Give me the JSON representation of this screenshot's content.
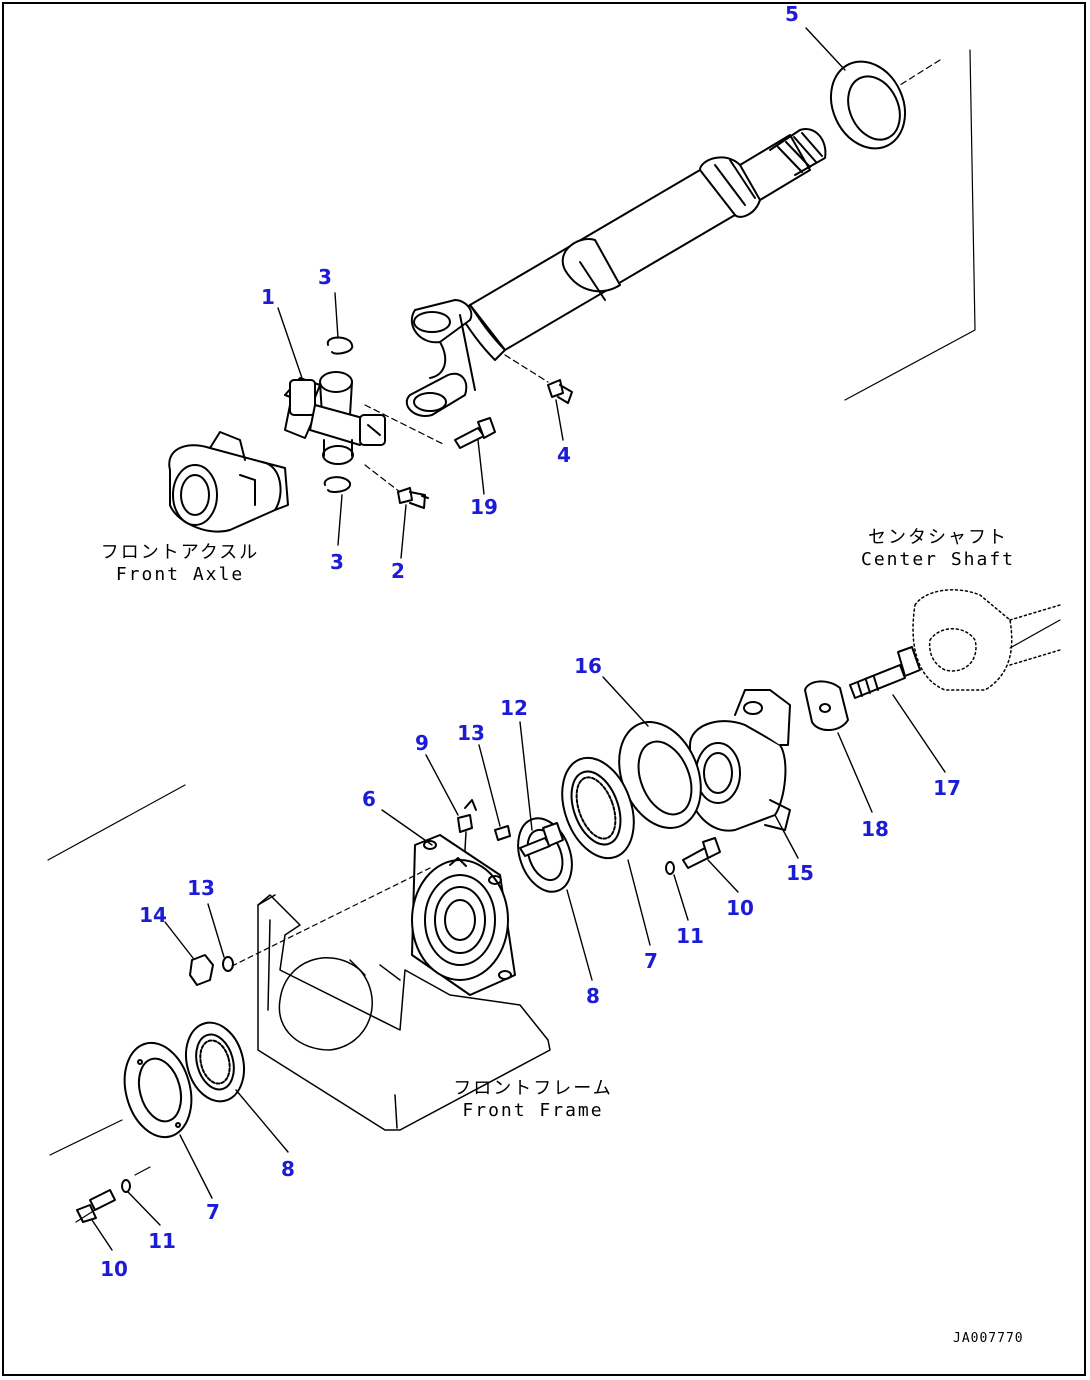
{
  "drawing_code": "JA007770",
  "labels": {
    "front_axle": {
      "jp": "フロントアクスル",
      "en": "Front Axle"
    },
    "center_shaft": {
      "jp": "センタシャフト",
      "en": "Center Shaft"
    },
    "front_frame": {
      "jp": "フロントフレーム",
      "en": "Front Frame"
    }
  },
  "callouts": {
    "c1": "1",
    "c2": "2",
    "c3a": "3",
    "c3b": "3",
    "c4": "4",
    "c5": "5",
    "c6": "6",
    "c7a": "7",
    "c7b": "7",
    "c8a": "8",
    "c8b": "8",
    "c9": "9",
    "c10a": "10",
    "c10b": "10",
    "c11a": "11",
    "c11b": "11",
    "c12": "12",
    "c13a": "13",
    "c13b": "13",
    "c14": "14",
    "c15": "15",
    "c16": "16",
    "c17": "17",
    "c18": "18",
    "c19": "19"
  },
  "colors": {
    "callout": "#1c1cd6",
    "line": "#000000",
    "background": "#ffffff"
  }
}
